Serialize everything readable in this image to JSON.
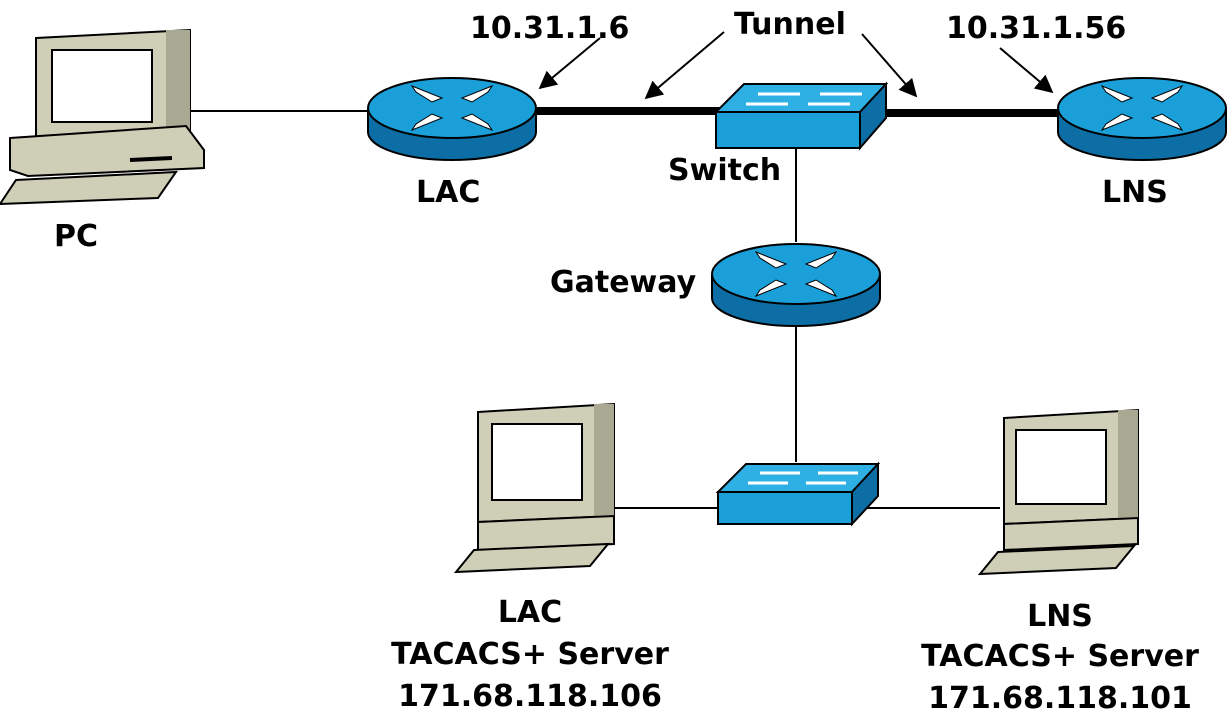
{
  "colors": {
    "device_blue": "#1a9fd9",
    "device_blue_dark": "#0d6ea6",
    "pc_body": "#cfcfb8",
    "pc_shadow": "#8a8a78",
    "screen_white": "#ffffff",
    "link_black": "#000000"
  },
  "nodes": {
    "pc": {
      "label": "PC",
      "icon": "workstation-icon"
    },
    "lac": {
      "label": "LAC",
      "ip": "10.31.1.6",
      "icon": "router-icon"
    },
    "switch_top": {
      "label": "Switch",
      "icon": "switch-icon"
    },
    "lns": {
      "label": "LNS",
      "ip": "10.31.1.56",
      "icon": "router-icon"
    },
    "gateway": {
      "label": "Gateway",
      "icon": "router-icon"
    },
    "switch_bottom": {
      "label": "",
      "icon": "switch-icon"
    },
    "lac_tacacs": {
      "line1": "LAC",
      "line2": "TACACS+ Server",
      "ip": "171.68.118.106",
      "icon": "workstation-icon"
    },
    "lns_tacacs": {
      "line1": "LNS",
      "line2": "TACACS+ Server",
      "ip": "171.68.118.101",
      "icon": "workstation-icon"
    }
  },
  "annotations": {
    "tunnel": "Tunnel"
  }
}
